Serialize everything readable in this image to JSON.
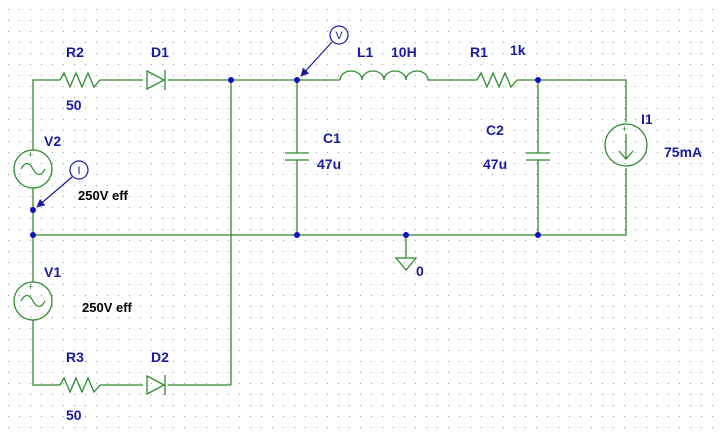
{
  "colors": {
    "wire": "#2e8b2e",
    "label": "#1a1aa0",
    "node": "#1010c0",
    "text": "#000000"
  },
  "components": {
    "r2": {
      "name": "R2",
      "value": "50"
    },
    "r3": {
      "name": "R3",
      "value": "50"
    },
    "r1": {
      "name": "R1",
      "value": "1k"
    },
    "d1": {
      "name": "D1"
    },
    "d2": {
      "name": "D2"
    },
    "l1": {
      "name": "L1",
      "value": "10H"
    },
    "c1": {
      "name": "C1",
      "value": "47u"
    },
    "c2": {
      "name": "C2",
      "value": "47u"
    },
    "v1": {
      "name": "V1",
      "value": "250V eff"
    },
    "v2": {
      "name": "V2",
      "value": "250V eff"
    },
    "i1": {
      "name": "I1",
      "value": "75mA"
    }
  },
  "ground": {
    "label": "0"
  },
  "probes": {
    "voltage": "V",
    "current": "I"
  }
}
